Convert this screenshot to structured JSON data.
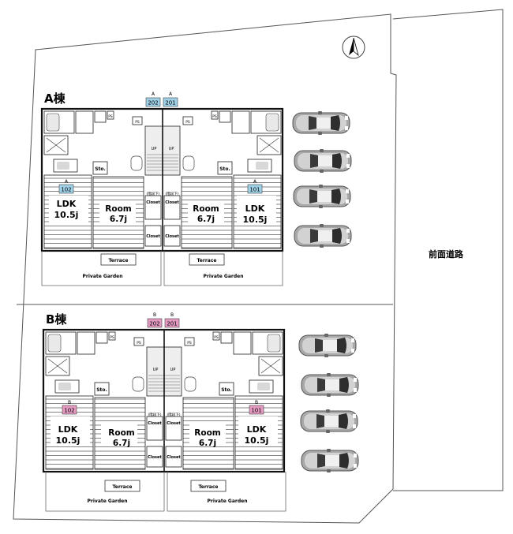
{
  "compass": {
    "icon": "north-arrow-icon"
  },
  "road_label": "前面道路",
  "colors": {
    "a_badge": "#9ed0e6",
    "b_badge": "#e49ac0",
    "floor_line": "#222222"
  },
  "buildings": [
    {
      "title": "A棟",
      "upper_badges": [
        {
          "letter": "A",
          "num": "202"
        },
        {
          "letter": "A",
          "num": "201"
        }
      ],
      "lower_badges": [
        {
          "letter": "A",
          "num": "102"
        },
        {
          "letter": "A",
          "num": "101"
        }
      ],
      "ldk_left": {
        "name": "LDK",
        "size": "10.5j"
      },
      "room_left": {
        "name": "Room",
        "size": "6.7j"
      },
      "room_right": {
        "name": "Room",
        "size": "6.7j"
      },
      "ldk_right": {
        "name": "LDK",
        "size": "10.5j"
      },
      "closet": "Closet",
      "sto": "Sto.",
      "ps": "PS",
      "up": "UP",
      "stair_note": "(階段下)",
      "terrace": "Terrace",
      "garden": "Private Garden"
    },
    {
      "title": "B棟",
      "upper_badges": [
        {
          "letter": "B",
          "num": "202"
        },
        {
          "letter": "B",
          "num": "201"
        }
      ],
      "lower_badges": [
        {
          "letter": "B",
          "num": "102"
        },
        {
          "letter": "B",
          "num": "101"
        }
      ],
      "ldk_left": {
        "name": "LDK",
        "size": "10.5j"
      },
      "room_left": {
        "name": "Room",
        "size": "6.7j"
      },
      "room_right": {
        "name": "Room",
        "size": "6.7j"
      },
      "ldk_right": {
        "name": "LDK",
        "size": "10.5j"
      },
      "closet": "Closet",
      "sto": "Sto.",
      "ps": "PS",
      "up": "UP",
      "stair_note": "(階段下)",
      "terrace": "Terrace",
      "garden": "Private Garden"
    }
  ],
  "parking": {
    "icon": "car-icon",
    "spaces": 8
  }
}
